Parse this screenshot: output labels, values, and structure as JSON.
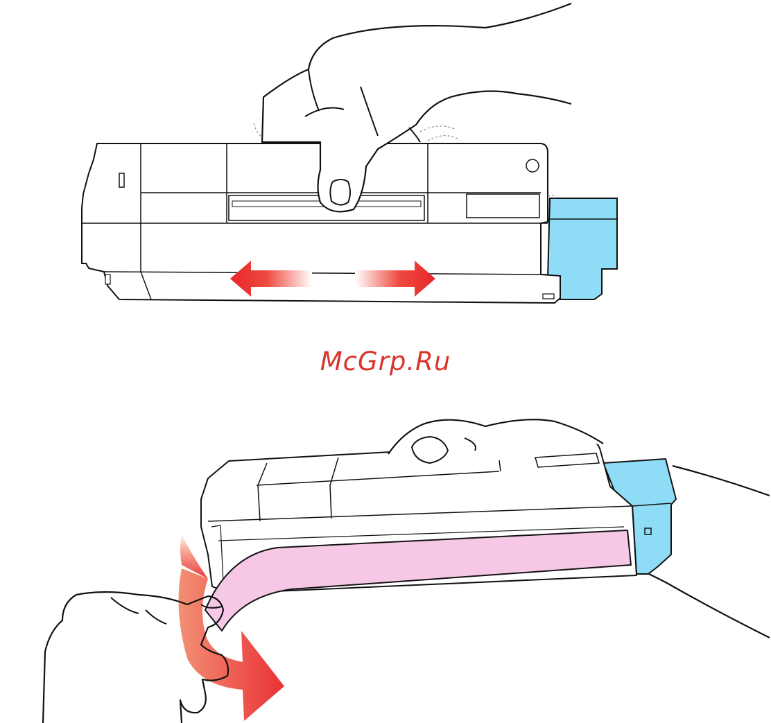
{
  "watermark": {
    "text": "McGrp.Ru"
  },
  "colors": {
    "outline": "#111111",
    "cartridge_body": "#ffffff",
    "blue_cap": "#8fdcf7",
    "protective_sheet": "#f6c8e6",
    "arrow_red": "#e8262b",
    "watermark_red": "#d9342b"
  },
  "illustrations": [
    {
      "step": "shake-cartridge",
      "arrows": "left-right"
    },
    {
      "step": "remove-protective-sheet",
      "arrows": "curved-pull"
    }
  ]
}
